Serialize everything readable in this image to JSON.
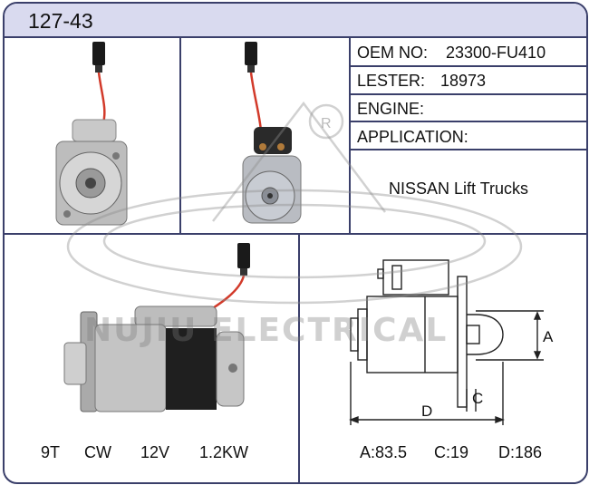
{
  "header": {
    "code": "127-43"
  },
  "specs": {
    "oem_label": "OEM NO:",
    "oem_value": "23300-FU410",
    "lester_label": "LESTER:",
    "lester_value": "18973",
    "engine_label": "ENGINE:",
    "engine_value": "",
    "application_label": "APPLICATION:",
    "application_value": "NISSAN Lift Trucks"
  },
  "electrical": {
    "teeth": "9T",
    "rotation": "CW",
    "voltage": "12V",
    "power": "1.2KW"
  },
  "dimensions": {
    "a": "A:83.5",
    "c": "C:19",
    "d": "D:186",
    "a_letter": "A",
    "c_letter": "C",
    "d_letter": "D"
  },
  "watermark": {
    "text": "NUJIU ELECTRICAL",
    "mark": "R"
  },
  "colors": {
    "border": "#3a3f6a",
    "header_bg": "#d9daef",
    "wire": "#d23a2a"
  }
}
